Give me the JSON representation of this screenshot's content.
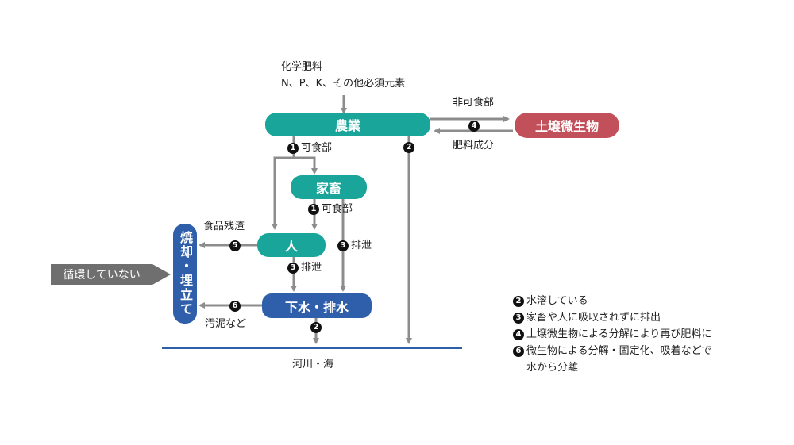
{
  "inputs": {
    "line1": "化学肥料",
    "line2": "N、P、K、その他必須元素"
  },
  "nodes": {
    "agriculture": "農業",
    "soil": "土壌微生物",
    "livestock": "家畜",
    "human": "人",
    "sewage": "下水・排水",
    "incineration": "焼却・埋立て",
    "not_circulating": "循環していない"
  },
  "edge_labels": {
    "inedible": "非可食部",
    "fertilizer_component": "肥料成分",
    "edible1": "可食部",
    "edible2": "可食部",
    "excretion1": "排泄",
    "excretion2": "排泄",
    "food_residue": "食品残渣",
    "sludge": "汚泥など",
    "river_sea": "河川・海"
  },
  "markers": {
    "n1": "1",
    "n2": "2",
    "n3": "3",
    "n4": "4",
    "n5": "5",
    "n6": "6"
  },
  "legend": [
    {
      "num": "2",
      "text": "水溶している"
    },
    {
      "num": "3",
      "text": "家畜や人に吸収されずに排出"
    },
    {
      "num": "4",
      "text": "土壌微生物による分解により再び肥料に"
    },
    {
      "num": "6",
      "text": "微生物による分解・固定化、吸着などで"
    }
  ],
  "legend_cont": "水から分離",
  "colors": {
    "teal": "#1aa59a",
    "blue": "#2f5fab",
    "red": "#c2505a",
    "arrow": "#8c8c8c",
    "river": "#2f5fab"
  }
}
